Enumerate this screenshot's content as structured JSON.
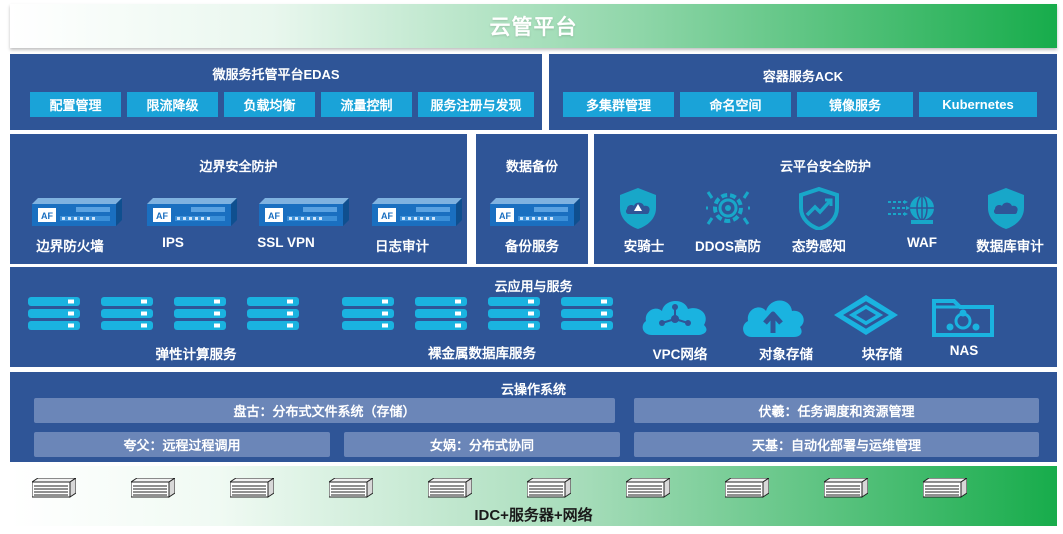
{
  "header": {
    "title": "云管平台"
  },
  "edas": {
    "title": "微服务托管平台EDAS",
    "chips": [
      "配置管理",
      "限流降级",
      "负载均衡",
      "流量控制",
      "服务注册与发现"
    ]
  },
  "ack": {
    "title": "容器服务ACK",
    "chips": [
      "多集群管理",
      "命名空间",
      "镜像服务",
      "Kubernetes"
    ]
  },
  "border_security": {
    "title": "边界安全防护",
    "items": [
      "边界防火墙",
      "IPS",
      "SSL VPN",
      "日志审计"
    ]
  },
  "backup": {
    "title": "数据备份",
    "items": [
      "备份服务"
    ]
  },
  "cloud_security": {
    "title": "云平台安全防护",
    "items": [
      "安骑士",
      "DDOS高防",
      "态势感知",
      "WAF",
      "数据库审计"
    ]
  },
  "apps": {
    "title": "云应用与服务",
    "items": [
      "弹性计算服务",
      "裸金属数据库服务",
      "VPC网络",
      "对象存储",
      "块存储",
      "NAS"
    ]
  },
  "os": {
    "title": "云操作系统",
    "bars": [
      "盘古：分布式文件系统（存储）",
      "伏羲：任务调度和资源管理",
      "夸父：远程过程调用",
      "女娲：分布式协同",
      "天基：自动化部署与运维管理"
    ]
  },
  "idc": {
    "label": "IDC+服务器+网络"
  },
  "colors": {
    "panel": "#2f5597",
    "chip": "#1aa3d8",
    "bar": "#6b86b8",
    "accent_green": "#17ac4b",
    "icon_teal": "#18a7c9"
  }
}
